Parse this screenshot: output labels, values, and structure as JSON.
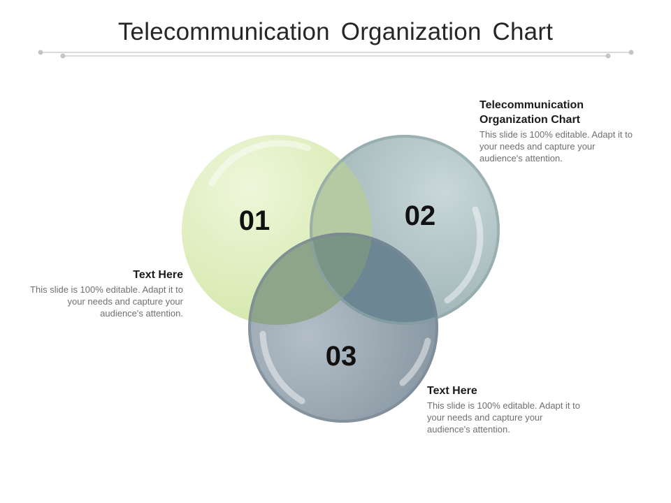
{
  "title": "Telecommunication Organization Chart",
  "colors": {
    "circle_1": "#d9ebb4",
    "circle_2": "#9fb6b8",
    "circle_3": "#8796a2",
    "overlap_12": "#b5c9a3",
    "overlap_13": "#8ea58a",
    "overlap_23": "#6c8793",
    "overlap_center": "#7a9585"
  },
  "venn": [
    {
      "label": "01"
    },
    {
      "label": "02"
    },
    {
      "label": "03"
    }
  ],
  "callouts": [
    {
      "title": "Telecommunication Organization Chart",
      "body": "This slide is 100% editable. Adapt it to your needs and capture your audience's attention."
    },
    {
      "title": "Text Here",
      "body": "This slide is 100% editable. Adapt it to your needs and capture your audience's attention."
    },
    {
      "title": "Text Here",
      "body": "This slide is 100% editable. Adapt it to your needs and capture your audience's attention."
    }
  ]
}
